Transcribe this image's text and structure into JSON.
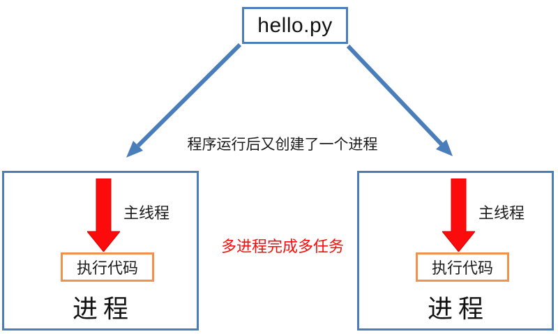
{
  "diagram": {
    "background": "#ffffff",
    "colors": {
      "box_blue": "#4a7ebb",
      "arrow_blue": "#4a7ebb",
      "code_box_orange": "#f0914c",
      "thread_arrow_red": "#fb0b0b",
      "note_red": "#fb0b0b",
      "text_black": "#1a1a1a"
    },
    "top_box": {
      "label": "hello.py"
    },
    "caption": "程序运行后又创建了一个进程",
    "center_note": "多进程完成多任务",
    "processes": [
      {
        "thread_label": "主线程",
        "code_label": "执行代码",
        "box_label": "进程"
      },
      {
        "thread_label": "主线程",
        "code_label": "执行代码",
        "box_label": "进程"
      }
    ]
  }
}
